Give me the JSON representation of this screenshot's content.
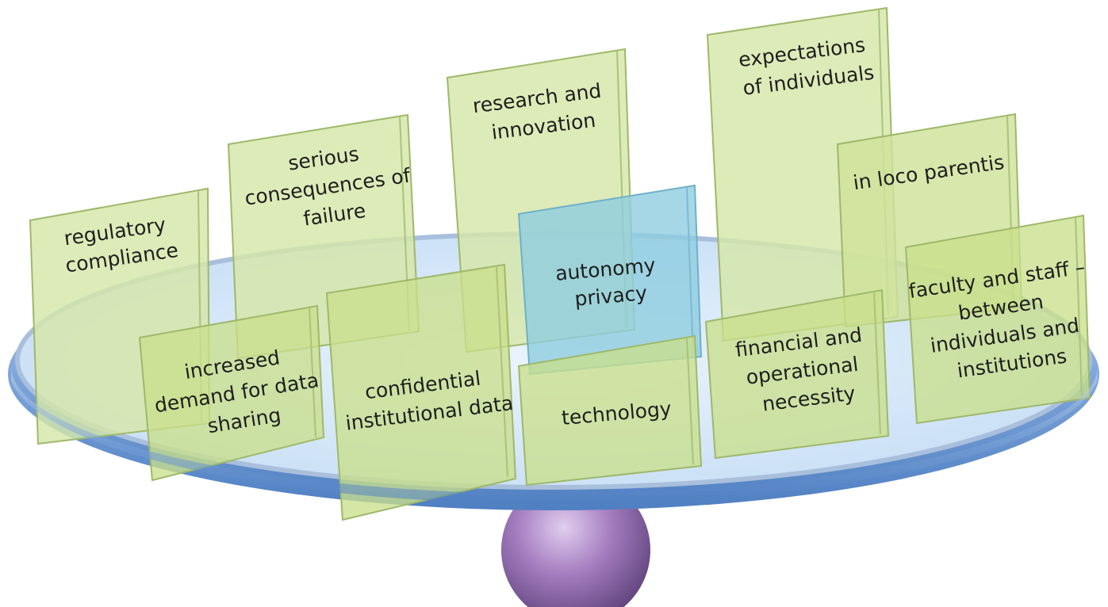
{
  "cards": {
    "regulatory": [
      "regulatory",
      "compliance"
    ],
    "serious": [
      "serious",
      "consequences of",
      "failure"
    ],
    "research": [
      "research and",
      "innovation"
    ],
    "expectations": [
      "expectations",
      "of individuals"
    ],
    "loco": [
      "in loco parentis"
    ],
    "autonomy": [
      "autonomy",
      "privacy"
    ],
    "increased": [
      "increased",
      "demand for data",
      "sharing"
    ],
    "confidential": [
      "confidential",
      "institutional data"
    ],
    "technology": [
      "technology"
    ],
    "financial": [
      "financial and",
      "operational",
      "necessity"
    ],
    "faculty": [
      "faculty and staff –",
      "between",
      "individuals and",
      "institutions"
    ]
  },
  "colors": {
    "card_fill": "#d6e6a8",
    "card_stroke": "#9fb86a",
    "center_card_fill": "#8fcde0",
    "disc_rim": "#6f9dd6",
    "disc_face": "#dfeefa",
    "fulcrum": "#9d72b6"
  }
}
